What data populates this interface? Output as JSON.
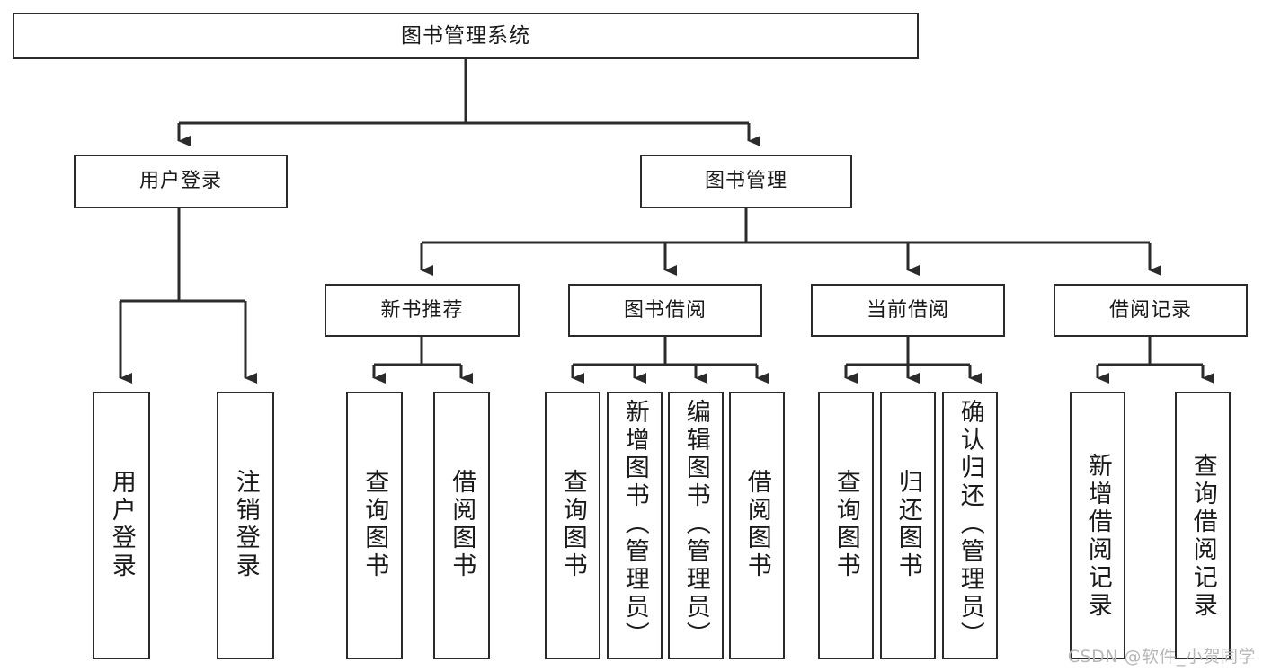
{
  "diagram": {
    "title": "图书管理系统",
    "type": "hierarchy-tree",
    "colors": {
      "border": "#2b2b2b",
      "background": "#ffffff",
      "text": "#1a1a1a",
      "watermark": "#b7b7b7"
    },
    "root": {
      "label": "图书管理系统"
    },
    "level1": [
      {
        "label": "用户登录"
      },
      {
        "label": "图书管理"
      }
    ],
    "level2": [
      {
        "label": "新书推荐"
      },
      {
        "label": "图书借阅"
      },
      {
        "label": "当前借阅"
      },
      {
        "label": "借阅记录"
      }
    ],
    "leaves": {
      "user_login": [
        {
          "label": "用户登录"
        },
        {
          "label": "注销登录"
        }
      ],
      "new_book_recommend": [
        {
          "label": "查询图书"
        },
        {
          "label": "借阅图书"
        }
      ],
      "book_borrow": [
        {
          "label": "查询图书"
        },
        {
          "label": "新增图书（管理员）"
        },
        {
          "label": "编辑图书（管理员）"
        },
        {
          "label": "借阅图书"
        }
      ],
      "current_borrow": [
        {
          "label": "查询图书"
        },
        {
          "label": "归还图书"
        },
        {
          "label": "确认归还（管理员）"
        }
      ],
      "borrow_record": [
        {
          "label": "新增借阅记录"
        },
        {
          "label": "查询借阅记录"
        }
      ]
    }
  },
  "watermark": {
    "text": "CSDN @软件_小贺同学"
  }
}
